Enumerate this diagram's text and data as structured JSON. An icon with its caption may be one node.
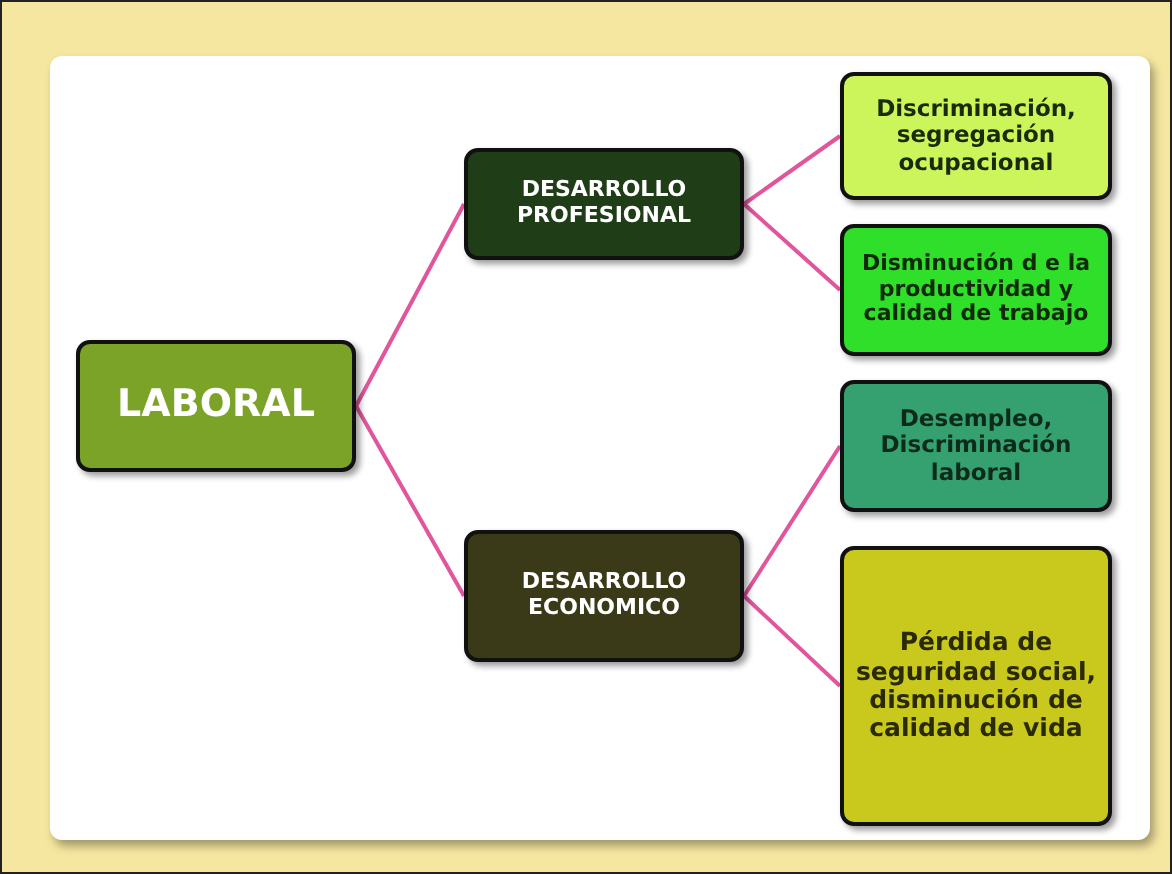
{
  "diagram": {
    "nodes": [
      {
        "text": [
          "LABORAL"
        ]
      },
      {
        "text": [
          "DESARROLLO PROFESIONAL"
        ]
      },
      {
        "text": [
          "DESARROLLO ECONOMICO"
        ]
      },
      {
        "text": [
          "Discriminación, segregación ocupacional"
        ]
      },
      {
        "text": [
          "Disminución d e la productividad y calidad de trabajo"
        ]
      },
      {
        "text": [
          "Desempleo, Discriminación laboral"
        ]
      },
      {
        "text": [
          "Pérdida de seguridad social, disminución de calidad de vida"
        ]
      }
    ],
    "edges": [
      {
        "from": 0,
        "to": 1,
        "arrow": "none"
      },
      {
        "from": 0,
        "to": 2,
        "arrow": "none"
      },
      {
        "from": 1,
        "to": 3,
        "arrow": "none"
      },
      {
        "from": 1,
        "to": 4,
        "arrow": "none"
      },
      {
        "from": 2,
        "to": 5,
        "arrow": "none"
      },
      {
        "from": 2,
        "to": 6,
        "arrow": "none"
      }
    ]
  }
}
